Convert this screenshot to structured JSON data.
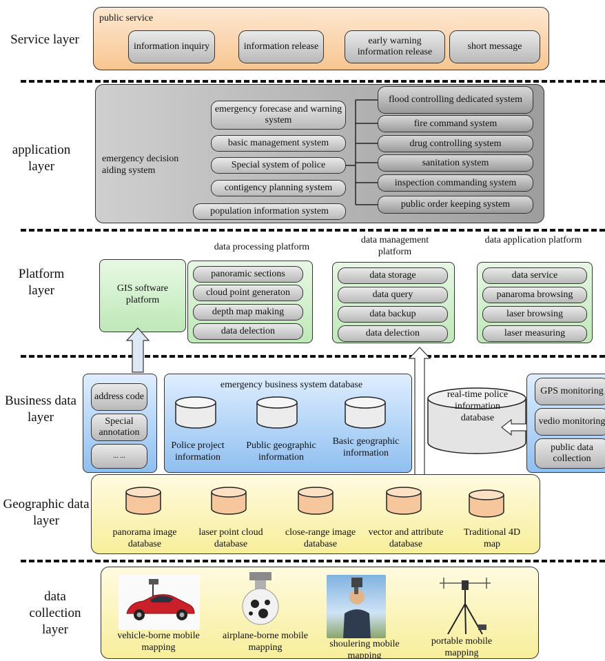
{
  "layers": {
    "service": "Service layer",
    "application": "application layer",
    "platform": "Platform layer",
    "business": "Business data layer",
    "geographic": "Geographic data layer",
    "collection": "data collection layer"
  },
  "service": {
    "title": "public service",
    "items": [
      "information inquiry",
      "information release",
      "early warning information release",
      "short message"
    ]
  },
  "application": {
    "main": "emergency decision aiding system",
    "left_items": [
      "emergency forecase and warning system",
      "basic management system",
      "Special system of police",
      "contigency planning system",
      "population information system"
    ],
    "right_items": [
      "flood controlling dedicated system",
      "fire command system",
      "drug controlling system",
      "sanitation system",
      "inspection commanding system",
      "public order keeping system"
    ]
  },
  "platform": {
    "gis": "GIS software platform",
    "processing_title": "data processing platform",
    "processing": [
      "panoramic sections",
      "cloud point  generaton",
      "depth map making",
      "data delection"
    ],
    "management_title": "data management platform",
    "management": [
      "data storage",
      "data query",
      "data backup",
      "data delection"
    ],
    "application_title": "data application platform",
    "application": [
      "data service",
      "panaroma browsing",
      "laser browsing",
      "laser measuring"
    ]
  },
  "business": {
    "left": [
      "address code",
      "Special annotation",
      "... ..."
    ],
    "db_title": "emergency business system database",
    "dbs": [
      "Police project information",
      "Public geographic information",
      "Basic geographic information"
    ],
    "realtime": "real-time police information database",
    "right": [
      "GPS monitoring",
      "vedio monitoring",
      "public data collection"
    ]
  },
  "geographic": {
    "dbs": [
      "panorama image database",
      "laser point cloud database",
      "close-range image database",
      "vector and attribute database",
      "Traditional 4D map"
    ]
  },
  "collection": {
    "items": [
      "vehicle-borne mobile mapping",
      "airplane-borne mobile mapping",
      "shoulering mobile mapping",
      "portable mobile mapping"
    ]
  }
}
